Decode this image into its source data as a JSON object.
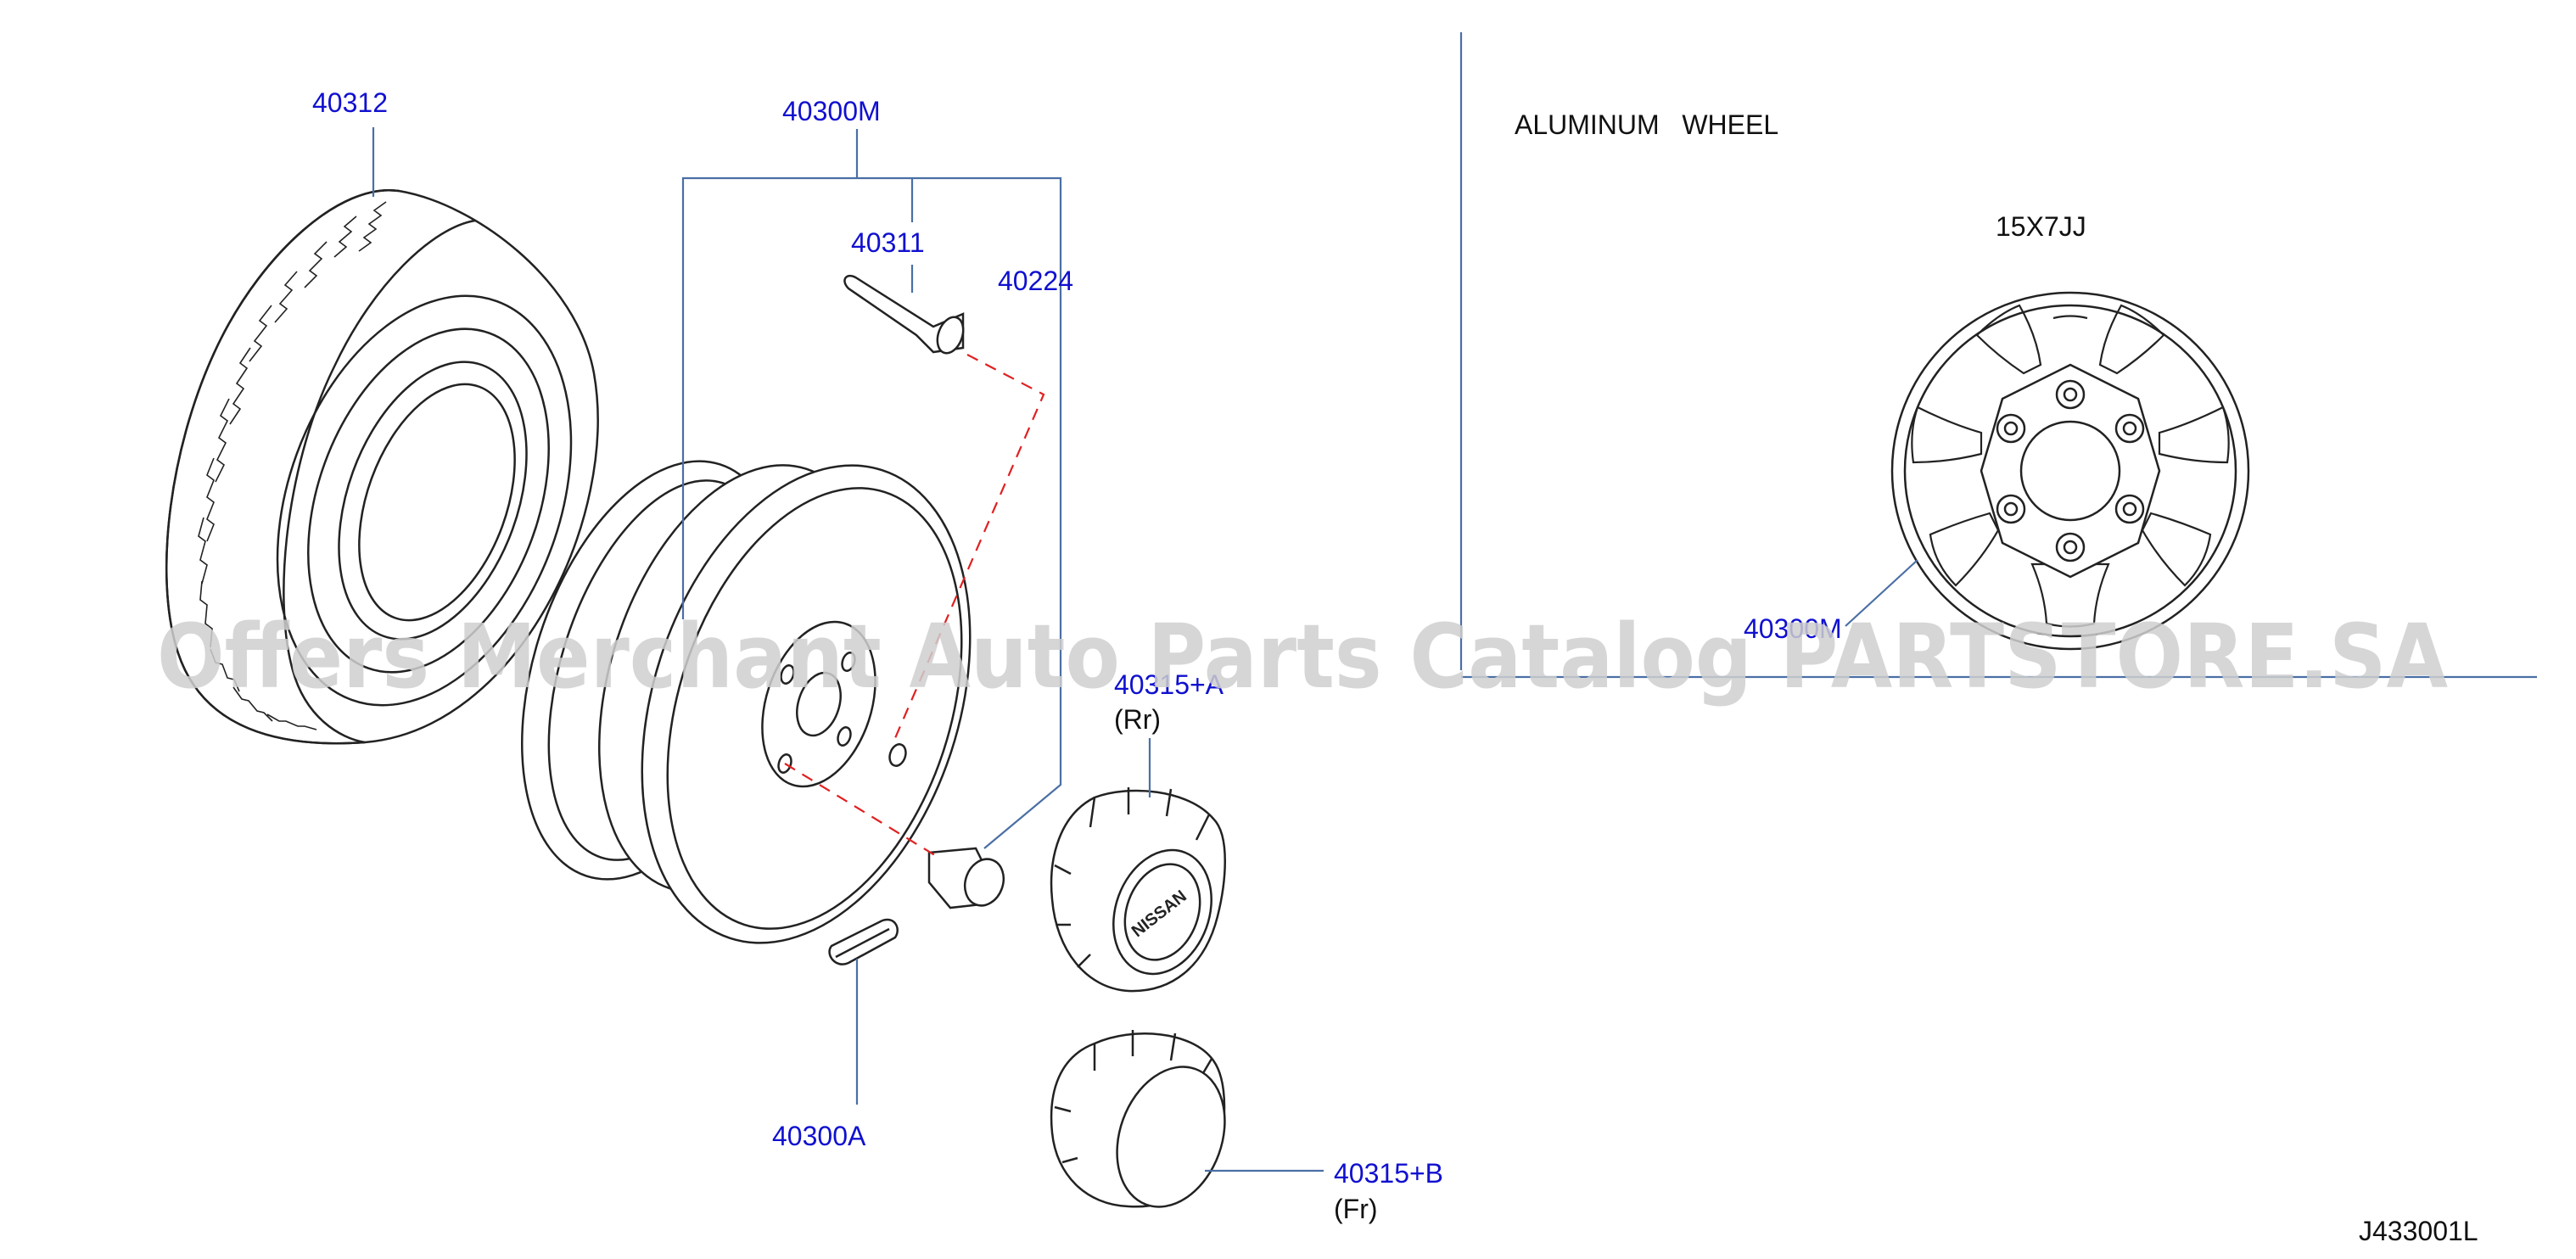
{
  "colors": {
    "line": "#222222",
    "callout": "#4a6fa5",
    "label": "#1010d0",
    "note": "#111111",
    "dash": "#e02020",
    "watermark": "#cfcfcf"
  },
  "labels": {
    "tire": "40312",
    "wheel_assy": "40300M",
    "valve": "40311",
    "nut": "40224",
    "balance_weight": "40300A",
    "cap_rear": "40315+A",
    "cap_rear_pos": "(Rr)",
    "cap_front": "40315+B",
    "cap_front_pos": "(Fr)",
    "alloy_wheel": "40300M"
  },
  "notes": {
    "wheel_type": "ALUMINUM   WHEEL",
    "wheel_size": "15X7JJ",
    "diagram_code": "J433001L",
    "cap_emblem": "NISSAN"
  },
  "watermark": "Offers Merchant Auto Parts Catalog PARTSTORE.SA"
}
